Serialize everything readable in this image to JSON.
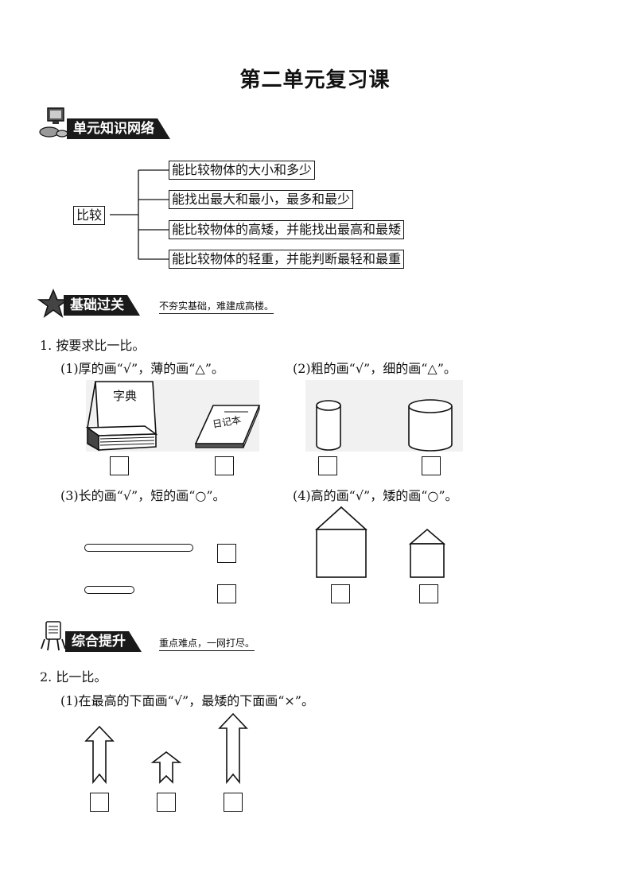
{
  "title": "第二单元复习课",
  "section1": {
    "banner": "单元知识网络",
    "root": "比较",
    "branches": [
      "能比较物体的大小和多少",
      "能找出最大和最小，最多和最少",
      "能比较物体的高矮，并能找出最高和最矮",
      "能比较物体的轻重，并能判断最轻和最重"
    ]
  },
  "section2": {
    "banner": "基础过关",
    "subtitle": "不夯实基础，难建成高楼。",
    "q1": {
      "heading": "1. 按要求比一比。",
      "p1": "(1)厚的画“√”，薄的画“△”。",
      "p2": "(2)粗的画“√”，细的画“△”。",
      "p3": "(3)长的画“√”，短的画“○”。",
      "p4": "(4)高的画“√”，矮的画“○”。",
      "book_thick_label": "字典",
      "book_thin_label": "日记本"
    }
  },
  "section3": {
    "banner": "综合提升",
    "subtitle": "重点难点，一网打尽。",
    "q2": {
      "heading": "2. 比一比。",
      "p1": "(1)在最高的下面画“√”，最矮的下面画“×”。"
    }
  }
}
